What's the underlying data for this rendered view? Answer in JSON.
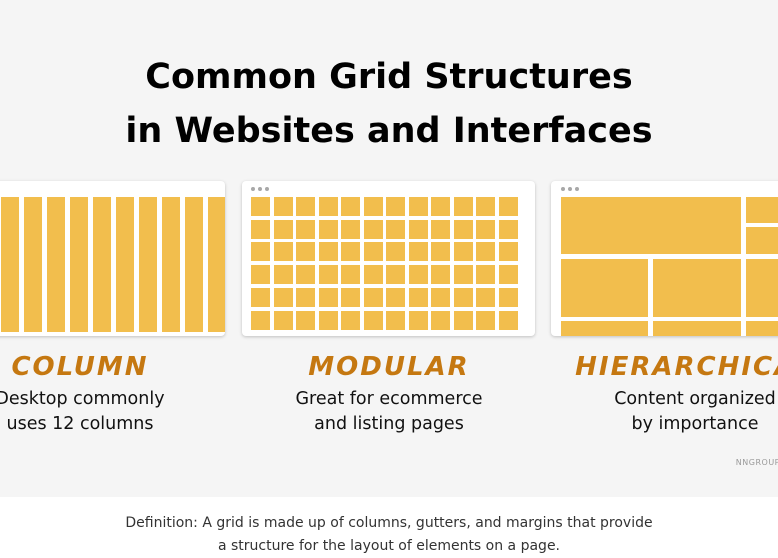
{
  "title": {
    "line1": "Common Grid Structures",
    "line2": "in Websites and Interfaces"
  },
  "panels": [
    {
      "name": "COLUMN",
      "desc1": "Desktop commonly",
      "desc2": "uses 12 columns",
      "illustration": "column-grid"
    },
    {
      "name": "MODULAR",
      "desc1": "Great for ecommerce",
      "desc2": "and listing pages",
      "illustration": "modular-grid"
    },
    {
      "name": "HIERARCHICAL",
      "desc1": "Content organized",
      "desc2": "by importance",
      "illustration": "hierarchical-grid"
    }
  ],
  "brand": "NNGROUP",
  "definition": {
    "line1": "Definition: A grid is made up of columns, gutters, and margins that provide",
    "line2": "a structure for the layout of elements on a page."
  },
  "colors": {
    "block": "#f2be4d",
    "category": "#c57811",
    "background": "#f5f5f5"
  }
}
